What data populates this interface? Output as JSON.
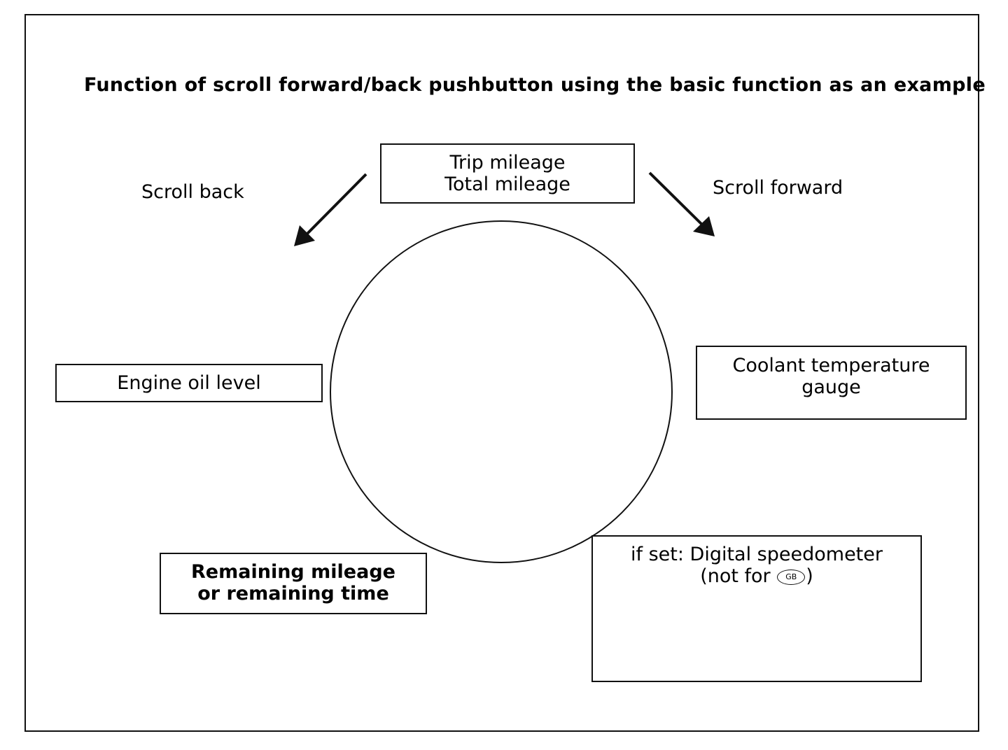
{
  "title": "Function of scroll forward/back pushbutton using the basic function as an example",
  "scroll_back_label": "Scroll back",
  "scroll_forward_label": "Scroll forward",
  "boxes": {
    "top": {
      "line1": "Trip mileage",
      "line2": "Total mileage"
    },
    "left": {
      "line1": "Engine oil level"
    },
    "right": {
      "line1": "Coolant temperature",
      "line2": "gauge"
    },
    "bottom_left": {
      "line1": "Remaining mileage",
      "line2": "or remaining time"
    },
    "bottom_right": {
      "line1": "if set: Digital speedometer",
      "line2_prefix": "(not for",
      "badge": "GB",
      "line2_suffix": ")"
    }
  }
}
